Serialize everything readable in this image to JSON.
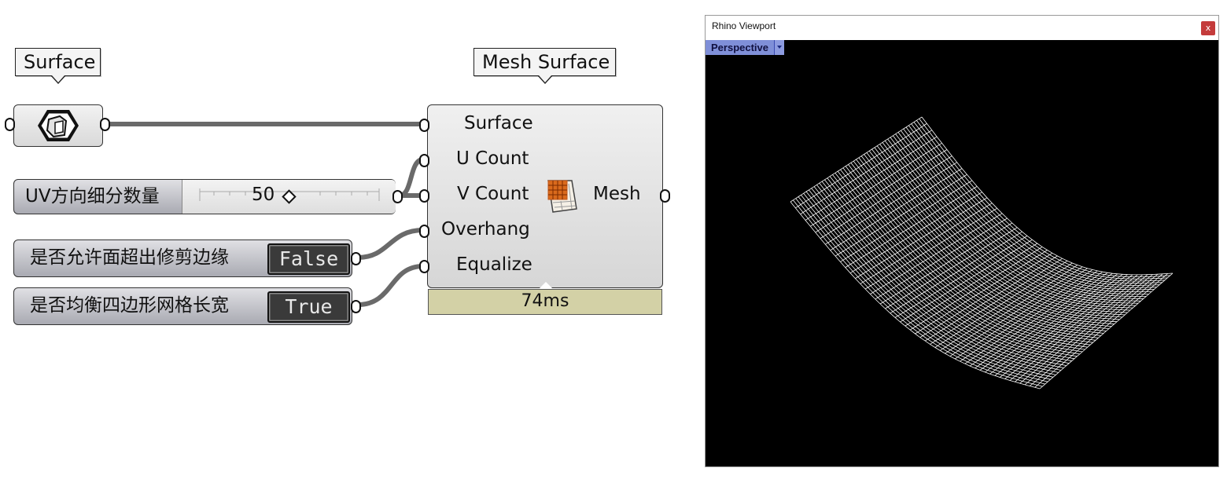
{
  "callouts": {
    "surface_title": "Surface",
    "mesh_surface_title": "Mesh Surface"
  },
  "slider": {
    "label": "UV方向细分数量",
    "value": "50"
  },
  "booleans": [
    {
      "label": "是否允许面超出修剪边缘",
      "value": "False"
    },
    {
      "label": "是否均衡四边形网格长宽",
      "value": "True"
    }
  ],
  "mesh_component": {
    "inputs": [
      "Surface",
      "U Count",
      "V Count",
      "Overhang",
      "Equalize"
    ],
    "output": "Mesh",
    "runtime": "74ms"
  },
  "viewport": {
    "window_title": "Rhino Viewport",
    "close_label": "x",
    "tab_label": "Perspective"
  },
  "icons": {
    "surface_param": "surface-param-icon",
    "mesh_surface": "mesh-surface-icon"
  },
  "colors": {
    "runtime_bar": "#d3d1a6",
    "viewport_bg": "#000000",
    "viewport_tab": "#7f8fd8",
    "mesh_lines": "#ffffff"
  }
}
